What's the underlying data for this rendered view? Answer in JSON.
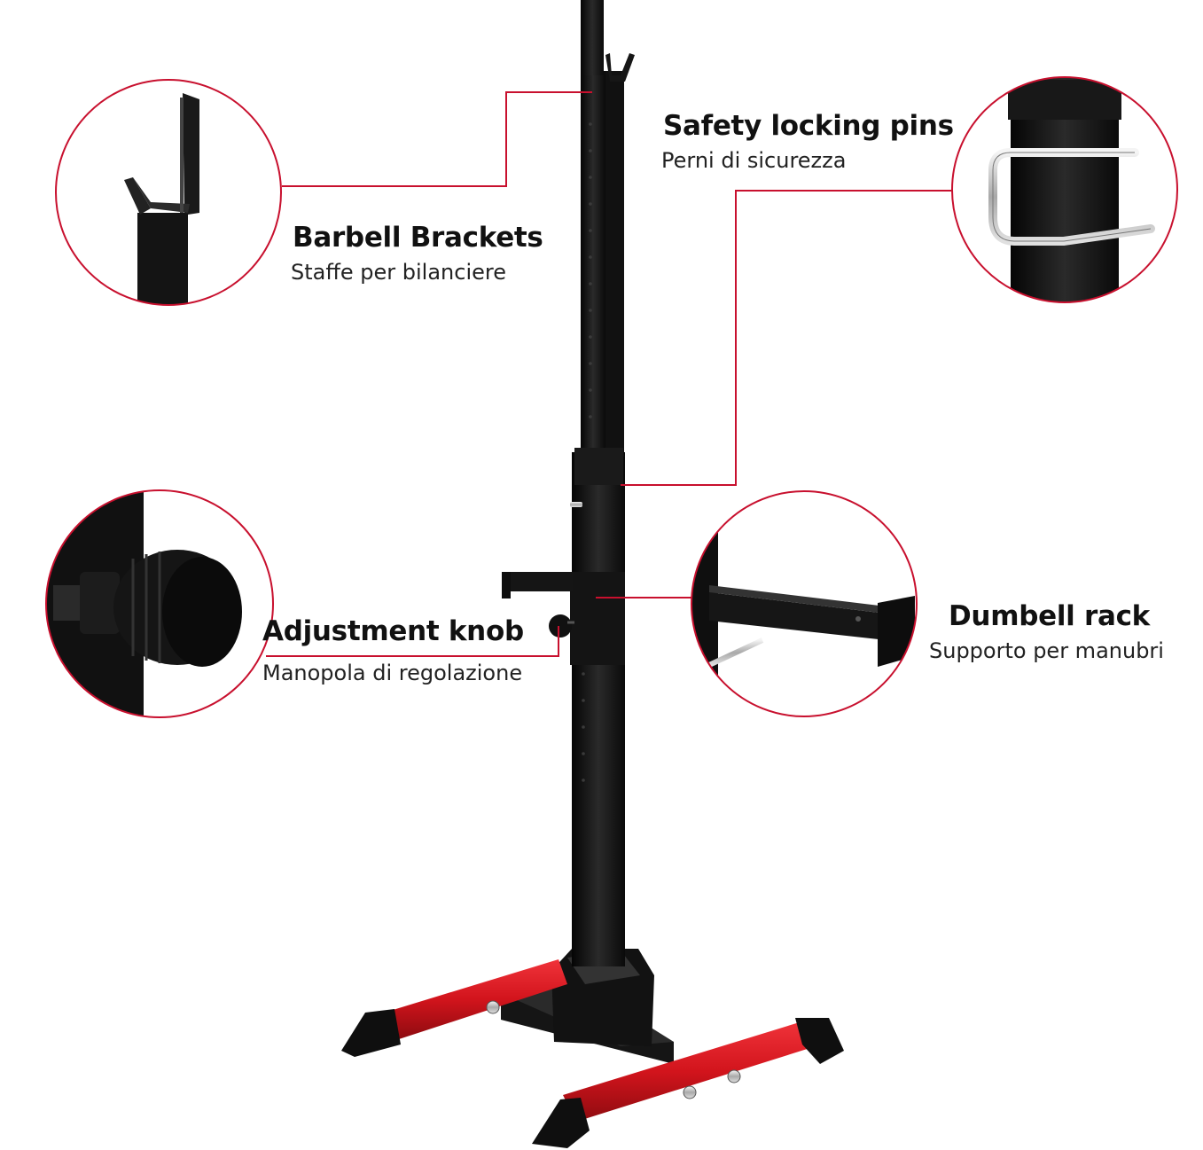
{
  "colors": {
    "accent_red": "#c8102e",
    "frame_black": "#141414",
    "base_red": "#d2141c",
    "background": "#ffffff"
  },
  "callouts": {
    "barbell_brackets": {
      "title": "Barbell Brackets",
      "subtitle": "Staffe per bilanciere"
    },
    "safety_pins": {
      "title": "Safety locking pins",
      "subtitle": "Perni di sicurezza"
    },
    "adjustment_knob": {
      "title": "Adjustment knob",
      "subtitle": "Manopola di regolazione"
    },
    "dumbell_rack": {
      "title": "Dumbell rack",
      "subtitle": "Supporto per manubri"
    }
  }
}
